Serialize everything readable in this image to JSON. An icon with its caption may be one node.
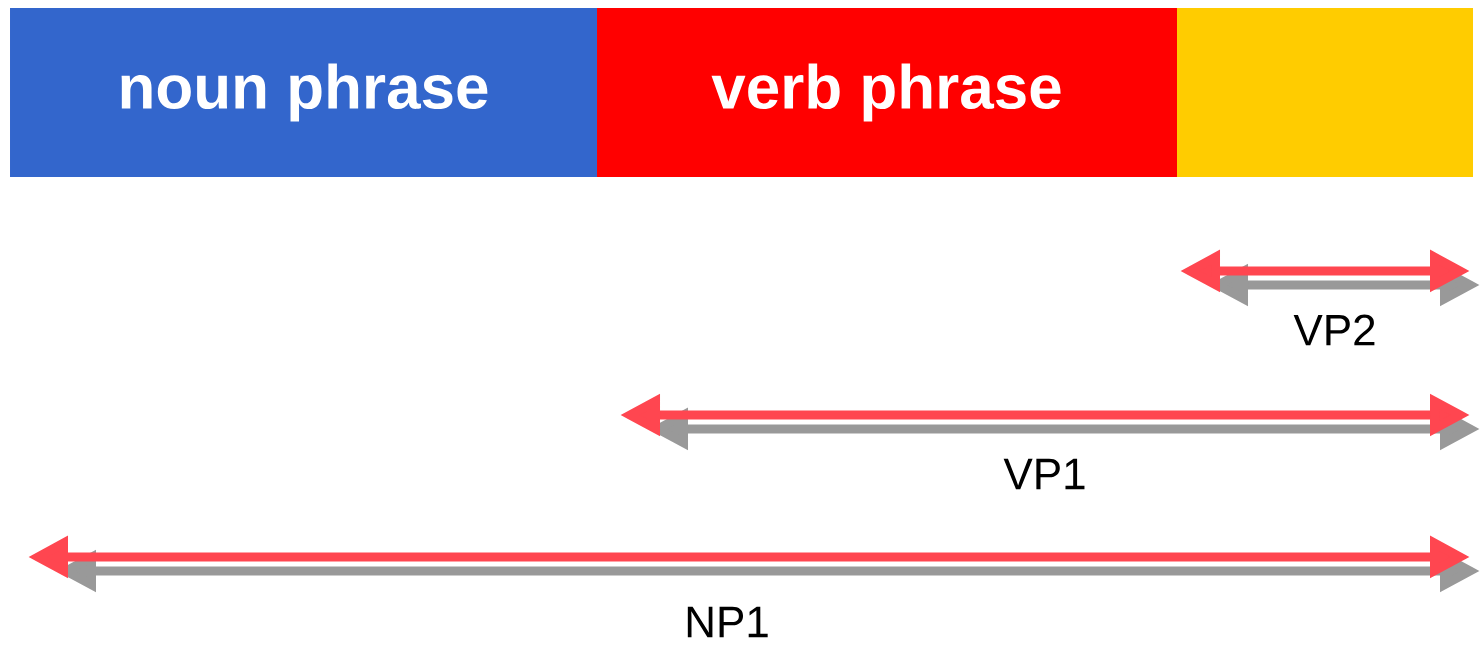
{
  "diagram": {
    "nodes": [
      {
        "text": [
          "noun phrase"
        ]
      },
      {
        "text": [
          "verb phrase"
        ]
      },
      {
        "text": [],
        "shape": "box"
      }
    ],
    "labels": [
      "VP2",
      "VP1",
      "NP1"
    ]
  }
}
